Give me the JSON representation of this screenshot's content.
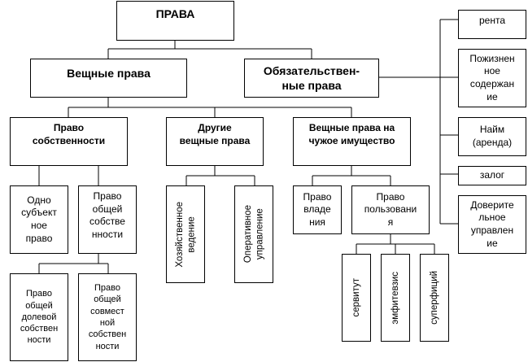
{
  "root": "ПРАВА",
  "real_rights": "Вещные права",
  "obligation_rights": "Обязательствен-\nные права",
  "obligations": [
    "рента",
    "Пожизнен\nное\nсодержан\nие",
    "Найм\n(аренда)",
    "залог",
    "Доверите\nльное\nуправлен\nие"
  ],
  "ownership": "Право\nсобственности",
  "other_real_rights": "Другие\nвещные права",
  "rights_in_others_property": "Вещные права на\nчужое имущество",
  "sole_ownership": "Одно\nсубъект\nное\nправо",
  "common_ownership": "Право\nобщей\nсобстве\nнности",
  "shared_ownership": "Право\nобщей\nдолевой\nсобствен\nности",
  "joint_ownership": "Право\nобщей\nсовмест\nной\nсобствен\nности",
  "economic_management": "Хозяйственное\nведение",
  "operational_management": "Оперативное\nуправление",
  "right_of_possession": "Право\nвладе\nния",
  "right_of_use": "Право\nпользовани\nя",
  "use_types": [
    "сервитут",
    "эмфитевзис",
    "суперфиций"
  ]
}
